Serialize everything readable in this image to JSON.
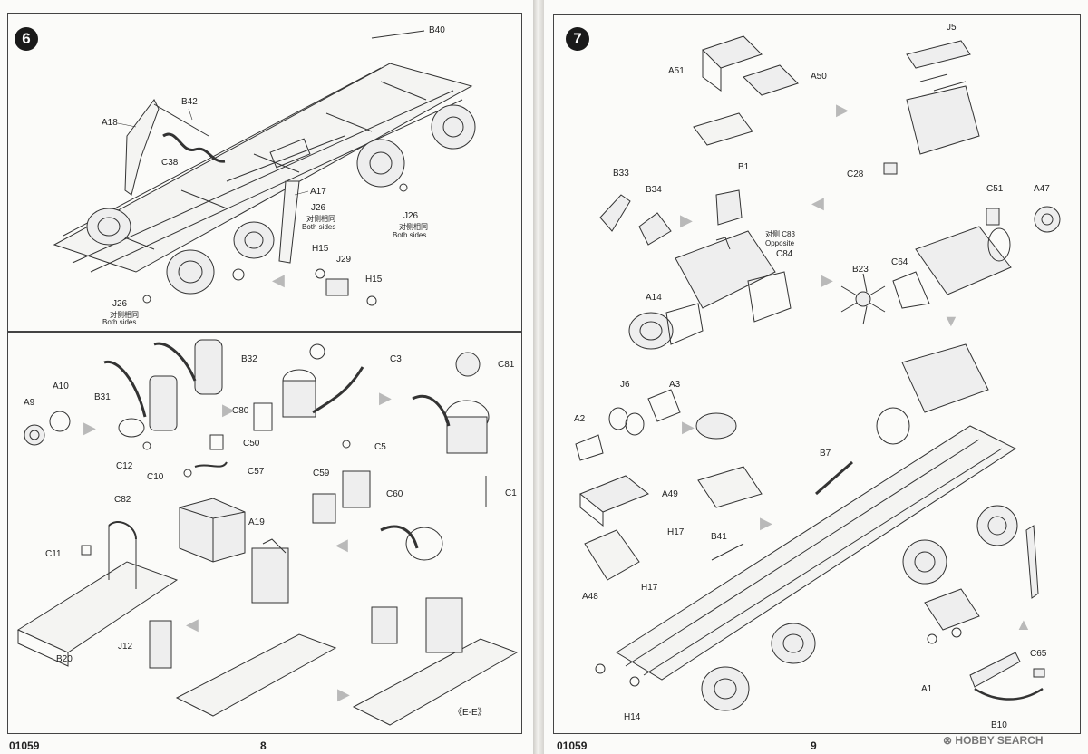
{
  "pages": {
    "left": {
      "number": "8",
      "code": "01059"
    },
    "right": {
      "number": "9",
      "code": "01059"
    }
  },
  "step6": {
    "number": "6",
    "labels": {
      "B40": "B40",
      "B42": "B42",
      "A18": "A18",
      "C38": "C38",
      "A17": "A17",
      "J26a": "J26",
      "J26b": "J26",
      "J26c": "J26",
      "H15a": "H15",
      "H15b": "H15",
      "J29": "J29"
    },
    "both_sides_cn": "对侧相同",
    "both_sides_en": "Both sides"
  },
  "substep": {
    "labels": {
      "A9": "A9",
      "A10": "A10",
      "B31": "B31",
      "B32": "B32",
      "C12": "C12",
      "C3": "C3",
      "C81": "C81",
      "C80": "C80",
      "C50": "C50",
      "C5": "C5",
      "C10": "C10",
      "C57": "C57",
      "C59": "C59",
      "C60": "C60",
      "A19": "A19",
      "C1": "C1",
      "C82": "C82",
      "C11": "C11",
      "B20": "B20",
      "J12": "J12"
    },
    "section_mark": "《E-E》"
  },
  "step7": {
    "number": "7",
    "labels": {
      "A51": "A51",
      "A50": "A50",
      "B1": "B1",
      "J5": "J5",
      "C28": "C28",
      "B33": "B33",
      "B34": "B34",
      "C84": "C84",
      "C51": "C51",
      "A47": "A47",
      "A14": "A14",
      "B23": "B23",
      "C64": "C64",
      "J6": "J6",
      "A3": "A3",
      "A2": "A2",
      "A49": "A49",
      "H17a": "H17",
      "H17b": "H17",
      "A48": "A48",
      "B41": "B41",
      "B7": "B7",
      "H14": "H14",
      "C65": "C65",
      "A1": "A1",
      "B10": "B10"
    },
    "opposite_cn": "对侧 C83",
    "opposite_en": "Opposite",
    "opposite_part": "C83"
  },
  "watermark": {
    "brand": "HOBBY SEARCH"
  }
}
